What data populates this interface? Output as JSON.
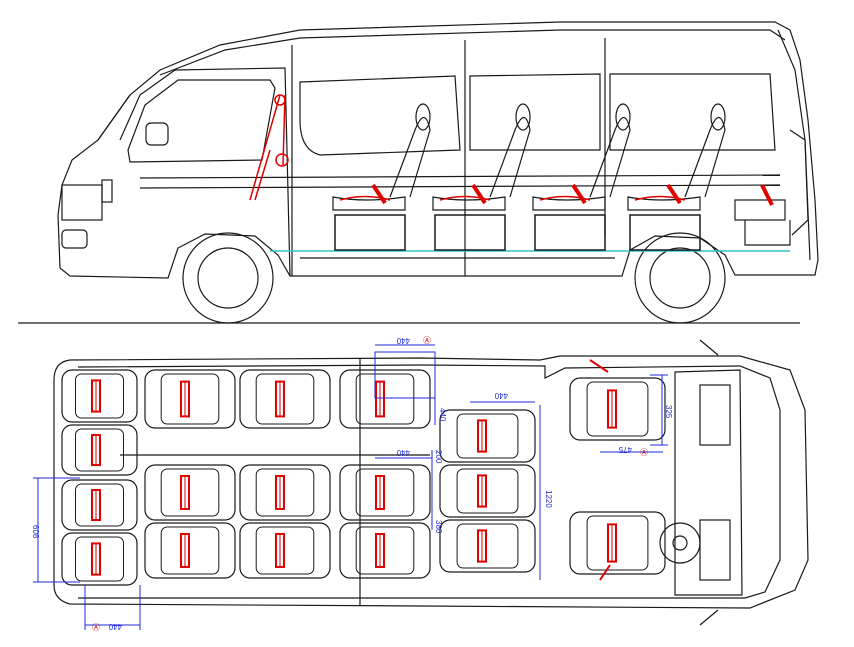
{
  "colors": {
    "line": "#1a1a1a",
    "belt": "#e00000",
    "dimension": "#1f2bd6",
    "floor": "#2ec4c4"
  },
  "dimensions": {
    "top_width": "440",
    "row_width": "440",
    "mid_width": "440",
    "seat_depth_a": "440",
    "seat_depth_b": "200",
    "seat_depth_c": "380",
    "bench_length": "1220",
    "rear_width": "608",
    "bottom_width": "440",
    "front_depth": "325",
    "front_width": "475"
  },
  "dimension_marker": "Ⓐ"
}
